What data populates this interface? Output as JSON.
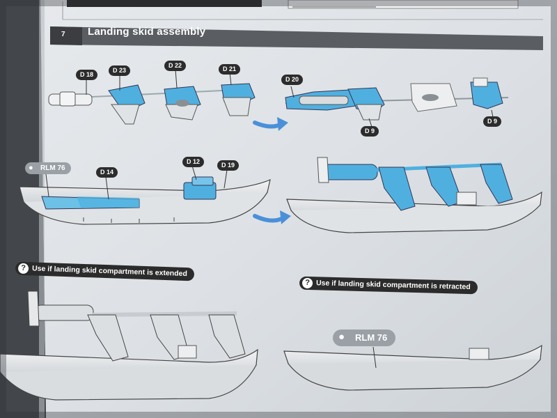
{
  "step": {
    "number": "7",
    "title": "Landing skid assembly"
  },
  "part_labels": {
    "d18": "D 18",
    "d23": "D 23",
    "d22": "D 22",
    "d21": "D 21",
    "d20": "D 20",
    "d9_left": "D 9",
    "d9_right": "D 9",
    "d14": "D 14",
    "d12": "D 12",
    "d19": "D 19"
  },
  "paint_callouts": {
    "upper": "RLM 76",
    "lower": "RLM 76"
  },
  "notes": {
    "extended": "Use if landing skid compartment is extended",
    "retracted": "Use if landing skid compartment is retracted"
  },
  "colors": {
    "part_highlight": "#4fb0e0",
    "arrow": "#4a90d9",
    "paper": "#dfe3e7",
    "label_bg": "#2c2c2c"
  }
}
